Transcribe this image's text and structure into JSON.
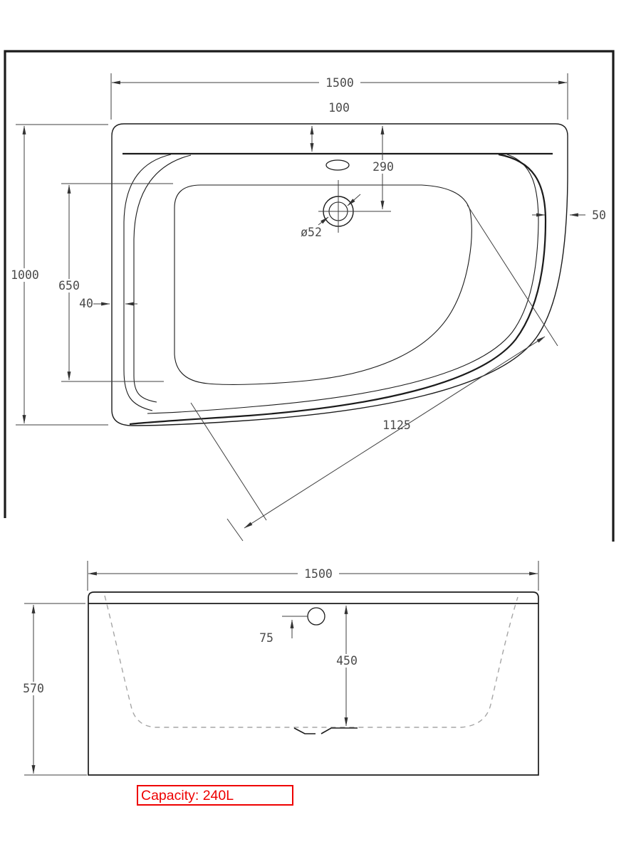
{
  "document": {
    "type": "bathtub technical drawing",
    "colors": {
      "line": "#1b1b1b",
      "dim_line": "#3f3f3f",
      "dim_text": "#4a4a4a",
      "dashed": "#a6a6a6",
      "accent_red": "#ee0000",
      "background": "#ffffff"
    },
    "plan_view": {
      "dims": {
        "overall_width": "1500",
        "rim_depth": "100",
        "drain_from_wall": "290",
        "right_rim": "50",
        "overall_depth": "1000",
        "basin_length": "650",
        "left_rim": "40",
        "drain_diameter": "ø52",
        "diagonal": "1125"
      }
    },
    "front_view": {
      "dims": {
        "overall_width": "1500",
        "drain_offset": "75",
        "inner_depth": "450",
        "overall_height": "570"
      }
    },
    "note": {
      "capacity": "Capacity: 240L"
    }
  }
}
